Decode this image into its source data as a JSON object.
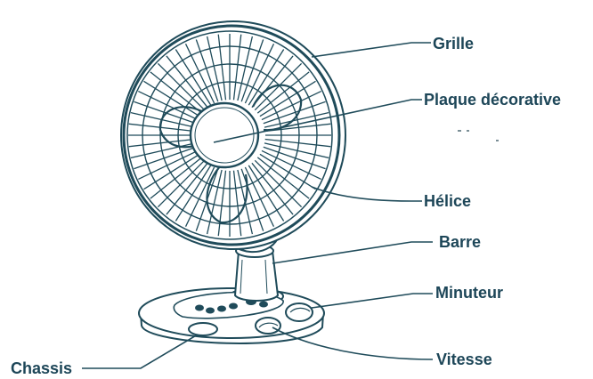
{
  "colors": {
    "ink": "#1f4b5a",
    "label": "#1d4658",
    "background": "#ffffff"
  },
  "labels": {
    "grille": "Grille",
    "plaque": "Plaque décorative",
    "helice": "Hélice",
    "barre": "Barre",
    "minuteur": "Minuteur",
    "chassis": "Chassis",
    "vitesse": "Vitesse"
  }
}
